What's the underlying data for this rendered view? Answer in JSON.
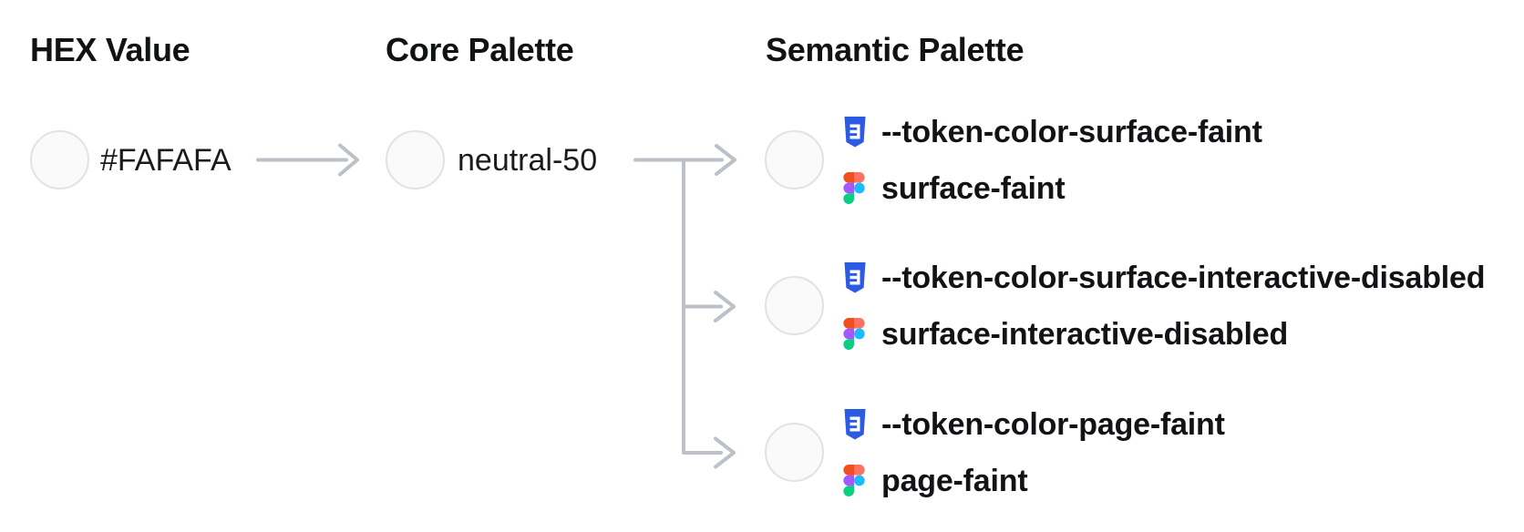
{
  "columns": [
    {
      "label": "HEX Value"
    },
    {
      "label": "Core Palette"
    },
    {
      "label": "Semantic Palette"
    }
  ],
  "hex": {
    "value": "#FAFAFA",
    "swatch_color": "#FAFAFA"
  },
  "core": {
    "name": "neutral-50",
    "swatch_color": "#FAFAFA"
  },
  "semantic": {
    "rows": [
      {
        "css_token": "--token-color-surface-faint",
        "figma_token": "surface-faint",
        "swatch_color": "#FAFAFA"
      },
      {
        "css_token": "--token-color-surface-interactive-disabled",
        "figma_token": "surface-interactive-disabled",
        "swatch_color": "#FAFAFA"
      },
      {
        "css_token": "--token-color-page-faint",
        "figma_token": "page-faint",
        "swatch_color": "#FAFAFA"
      }
    ]
  },
  "colors": {
    "background": "#FFFFFF",
    "swatch_fill": "#FAFAFA",
    "swatch_border": "#E0E2E7",
    "connector": "#BCC0C8",
    "text": "#17181A",
    "css_icon_blue": "#2B5BE3",
    "figma_orange": "#F24E1E",
    "figma_salmon": "#FF7262",
    "figma_purple": "#A259FF",
    "figma_blue": "#1ABCFE",
    "figma_green": "#0ACF83"
  }
}
